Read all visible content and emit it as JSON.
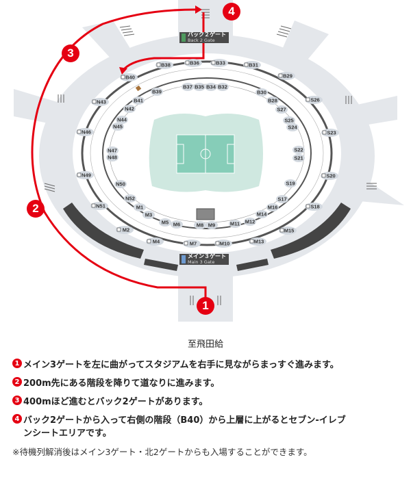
{
  "map": {
    "gates": {
      "back2": {
        "ja": "バック２ゲート",
        "en": "Back 2 Gate",
        "color": "#4e9a5e"
      },
      "main3": {
        "ja": "メイン３ゲート",
        "en": "Main 3 Gate",
        "color": "#6e9bd1"
      }
    },
    "route_markers": [
      "1",
      "2",
      "3",
      "4"
    ],
    "outer_sections": [
      "B38",
      "B36",
      "B33",
      "B31",
      "B29",
      "S26",
      "S23",
      "S20",
      "S18",
      "M15",
      "M13",
      "M10",
      "M7",
      "M4",
      "M2",
      "N51",
      "N49",
      "N46",
      "N43",
      "B40"
    ],
    "inner_sections": [
      "B39",
      "B37",
      "B35",
      "B34",
      "B32",
      "B30",
      "B28",
      "S27",
      "S25",
      "S24",
      "S22",
      "S21",
      "S19",
      "S17",
      "M16",
      "M14",
      "M12",
      "M11",
      "M9",
      "M8",
      "M6",
      "M5",
      "M3",
      "M1",
      "N52",
      "N50",
      "N48",
      "N47",
      "N45",
      "N44",
      "N42",
      "B41"
    ],
    "colors": {
      "route": "#e50012",
      "ground": "#e4e7eb",
      "pitch": "#86cdb8",
      "field": "#cfe8e0"
    }
  },
  "destination": "至飛田給",
  "steps": [
    {
      "num": "1",
      "text": "メイン3ゲートを左に曲がってスタジアムを右手に見ながらまっすぐ進みます。"
    },
    {
      "num": "2",
      "text": "200m先にある階段を降りて道なりに進みます。"
    },
    {
      "num": "3",
      "text": "400mほど進むとバック2ゲートがあります。"
    },
    {
      "num": "4",
      "text": "バック2ゲートから入って右側の階段（B40）から上層に上がるとセブン-イレブ",
      "text_cont": "ンシートエリアです。"
    }
  ],
  "note": "※待機列解消後はメイン3ゲート・北2ゲートからも入場することができます。"
}
